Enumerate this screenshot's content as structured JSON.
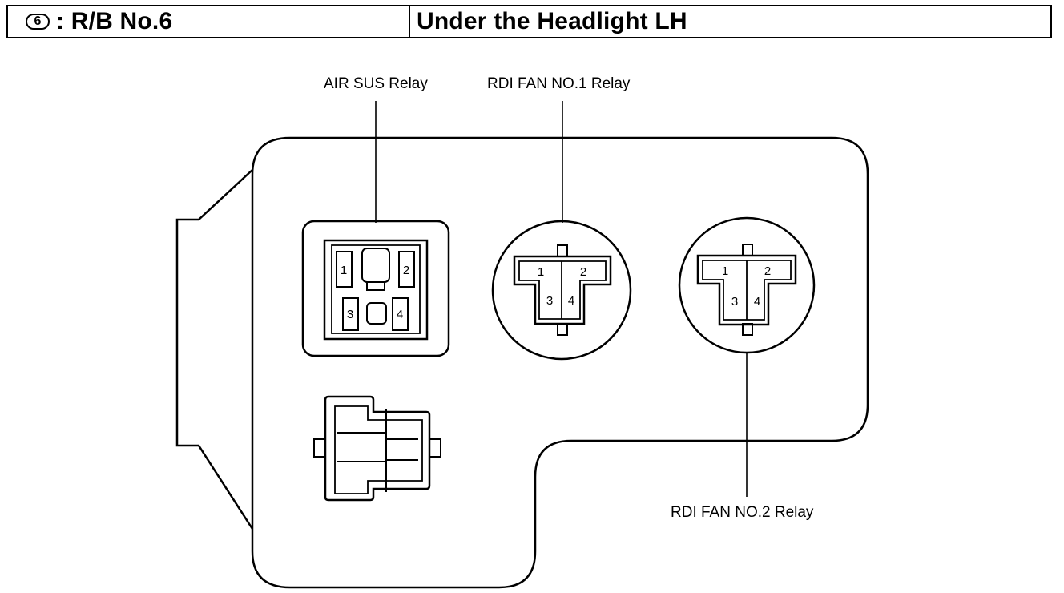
{
  "header": {
    "badge": "6",
    "block_label": ": R/B No.6",
    "location": "Under the Headlight LH"
  },
  "labels": {
    "air_sus": "AIR SUS Relay",
    "rdi_fan_1": "RDI FAN NO.1 Relay",
    "rdi_fan_2": "RDI FAN NO.2 Relay"
  },
  "air_sus_pins": [
    "1",
    "2",
    "3",
    "4"
  ],
  "rdi_fan_1_pins": [
    "1",
    "2",
    "3",
    "4"
  ],
  "rdi_fan_2_pins": [
    "1",
    "2",
    "3",
    "4"
  ]
}
